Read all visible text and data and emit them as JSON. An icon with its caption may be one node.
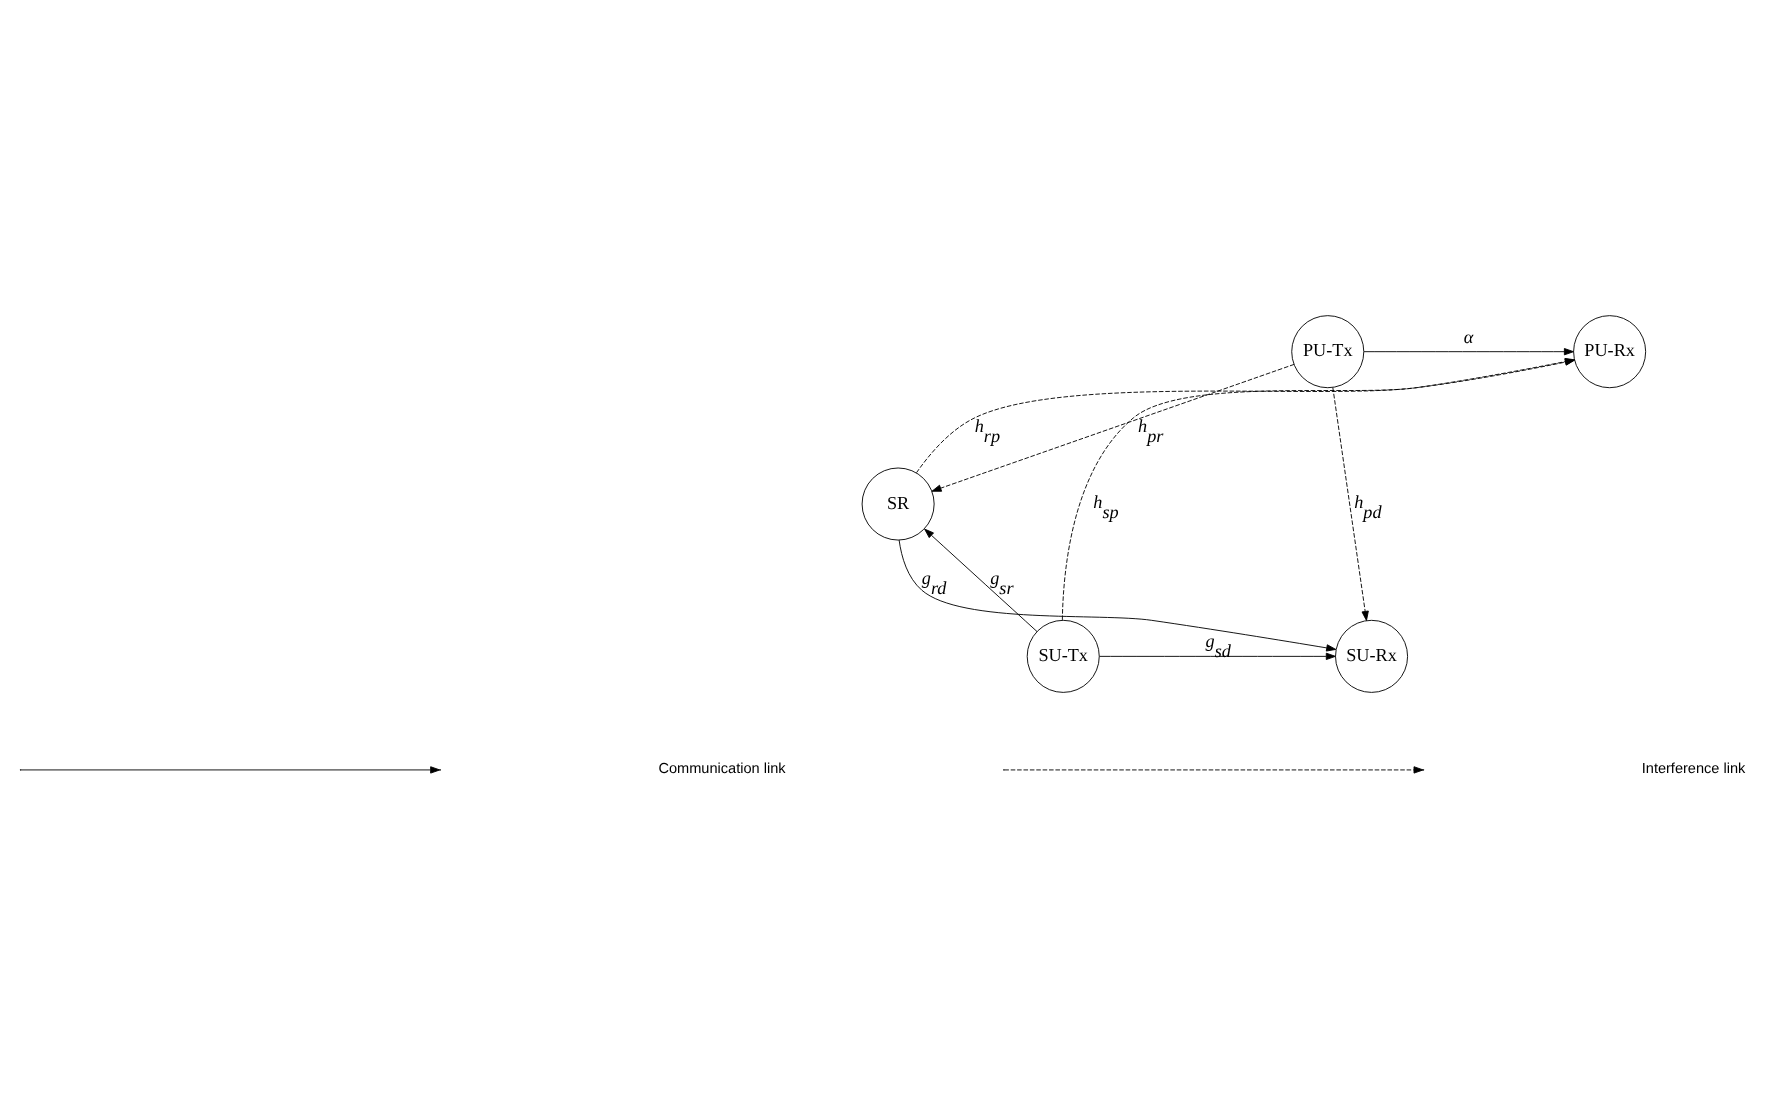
{
  "diagram": {
    "nodes": [
      {
        "text": [
          "PU-Rx"
        ]
      },
      {
        "text": [
          "PU-Tx"
        ]
      },
      {
        "text": [
          "SR"
        ]
      },
      {
        "text": [
          "SU-Tx"
        ]
      },
      {
        "text": [
          "SU-Rx"
        ]
      }
    ],
    "edges": [
      {
        "from": 1,
        "to": 0,
        "arrow": "to",
        "label": "α"
      },
      {
        "from": 3,
        "to": 0,
        "arrow": "to",
        "style": "dashed",
        "label": "h$_{sp}$"
      },
      {
        "from": 2,
        "to": 0,
        "arrow": "to",
        "style": "dashed",
        "label": "h$_{rp}$"
      },
      {
        "from": 1,
        "to": 2,
        "arrow": "to",
        "style": "dashed",
        "label": "h$_{pr}$"
      },
      {
        "from": 1,
        "to": 4,
        "arrow": "to",
        "style": "dashed",
        "label": "h$_{pd}$"
      },
      {
        "from": 3,
        "to": 2,
        "arrow": "to",
        "label": "g$_{sr}$"
      },
      {
        "from": 2,
        "to": 4,
        "arrow": "to",
        "label": "g$_{rd}$"
      },
      {
        "from": 3,
        "to": 4,
        "arrow": "to",
        "label": "g$_{sd}$"
      }
    ],
    "legend": [
      {
        "text": "Communication link"
      },
      {
        "text": "Interference link"
      }
    ]
  }
}
